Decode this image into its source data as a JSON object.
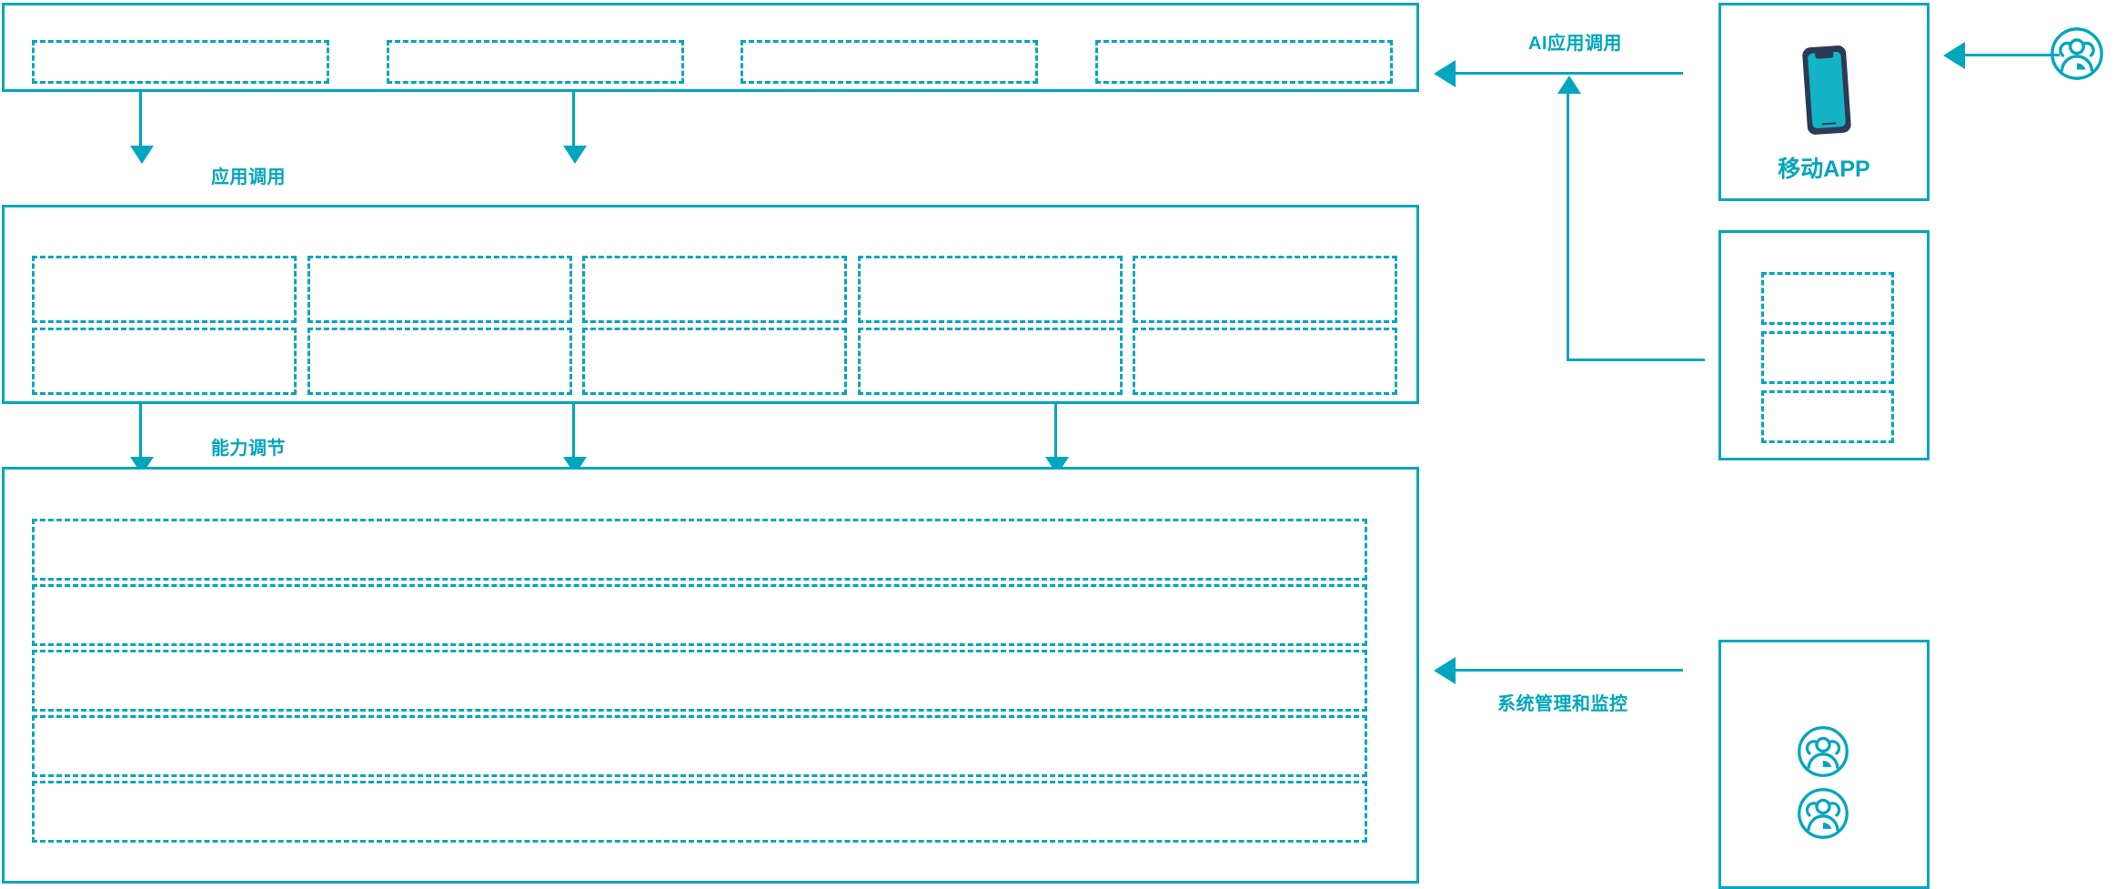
{
  "theme": {
    "accent": "#00a6bd",
    "phone_frame": "#2b3a55",
    "phone_screen": "#14b3c6",
    "background": "#ffffff"
  },
  "diagram": {
    "title": "",
    "type": "layered-architecture"
  },
  "layers": [
    {
      "id": "application-layer",
      "name": "application-layer",
      "label": "",
      "cells": [
        {
          "label": ""
        },
        {
          "label": ""
        },
        {
          "label": ""
        },
        {
          "label": ""
        }
      ]
    },
    {
      "id": "capability-layer",
      "name": "capability-layer",
      "label": "",
      "rows": 2,
      "columns": 5,
      "cells": [
        {
          "label": ""
        },
        {
          "label": ""
        },
        {
          "label": ""
        },
        {
          "label": ""
        },
        {
          "label": ""
        },
        {
          "label": ""
        },
        {
          "label": ""
        },
        {
          "label": ""
        },
        {
          "label": ""
        },
        {
          "label": ""
        }
      ]
    },
    {
      "id": "platform-layer",
      "name": "platform-layer",
      "label": "",
      "cells": [
        {
          "label": ""
        },
        {
          "label": ""
        },
        {
          "label": ""
        },
        {
          "label": ""
        },
        {
          "label": ""
        }
      ]
    }
  ],
  "flows": [
    {
      "id": "app-invoke",
      "label": "应用调用",
      "direction": "down"
    },
    {
      "id": "capability-adjust",
      "label": "能力调节",
      "direction": "down"
    },
    {
      "id": "ai-app-invoke",
      "label": "AI应用调用",
      "direction": "left"
    },
    {
      "id": "system-admin-monitor",
      "label": "系统管理和监控",
      "direction": "left"
    }
  ],
  "side_panels": [
    {
      "id": "mobile-app",
      "label": "移动APP",
      "icon": "smartphone-icon"
    },
    {
      "id": "channel-panel",
      "label": "",
      "cells": [
        {
          "label": ""
        },
        {
          "label": ""
        },
        {
          "label": ""
        }
      ]
    },
    {
      "id": "operations-panel",
      "label": "",
      "icons": [
        "user-group-icon",
        "user-group-icon"
      ]
    }
  ],
  "actors": [
    {
      "id": "end-user",
      "label": "",
      "icon": "user-group-icon"
    }
  ]
}
